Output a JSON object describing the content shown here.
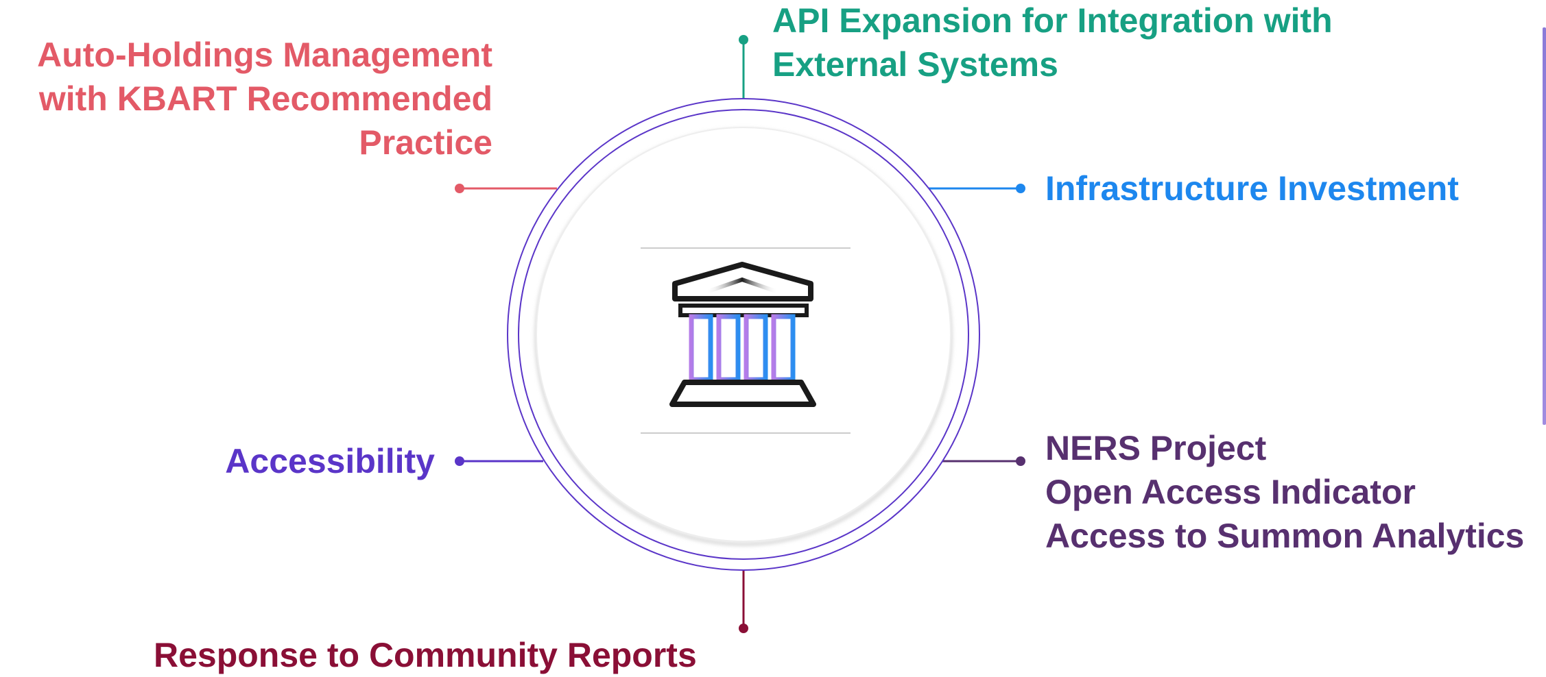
{
  "colors": {
    "ring": "#5a35c8",
    "inner_ring": "#e8e8e8",
    "icon_stroke": "#1a1a1a",
    "icon_gradient_start": "#b57ce8",
    "icon_gradient_end": "#2b8ef0",
    "divider": "#cccccc"
  },
  "center": {
    "icon": "institution-building-icon"
  },
  "topics": [
    {
      "id": "auto-holdings",
      "color": "#e35a67",
      "lines": [
        "Auto-Holdings Management",
        "with KBART Recommended",
        "Practice"
      ]
    },
    {
      "id": "api-expansion",
      "color": "#17a083",
      "lines": [
        "API Expansion for Integration with",
        "External Systems"
      ]
    },
    {
      "id": "infrastructure",
      "color": "#1d87ee",
      "lines": [
        "Infrastructure Investment"
      ]
    },
    {
      "id": "accessibility",
      "color": "#5a35c8",
      "lines": [
        "Accessibility"
      ]
    },
    {
      "id": "ners",
      "color": "#57306f",
      "lines": [
        "NERS Project",
        "Open Access Indicator",
        "Access to Summon Analytics"
      ]
    },
    {
      "id": "community-reports",
      "color": "#8a0f36",
      "lines": [
        "Response to Community Reports"
      ]
    }
  ]
}
